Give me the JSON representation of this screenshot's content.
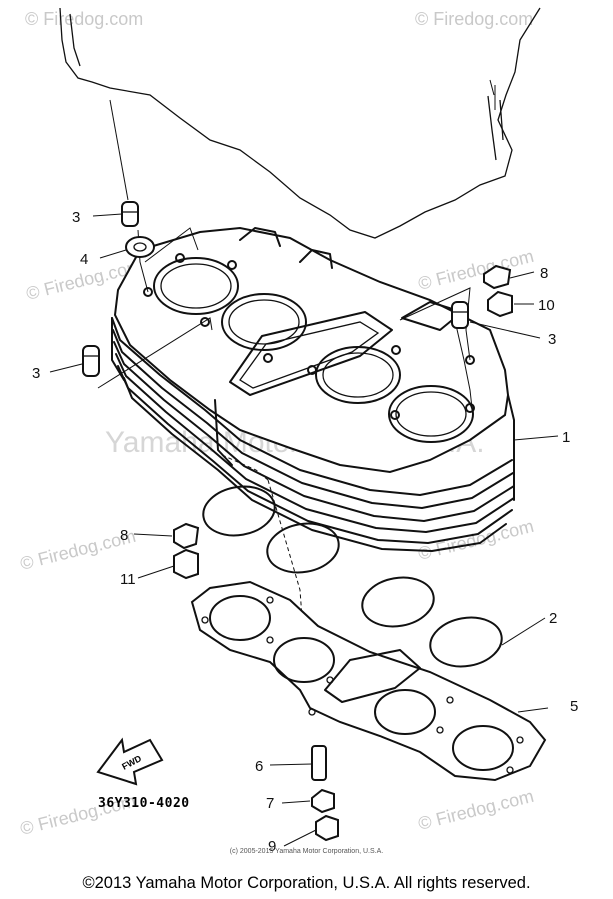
{
  "watermark": {
    "site": "© Firedog.com",
    "big": "Yamaha Motor Corp., U.S.A."
  },
  "callouts": [
    "1",
    "2",
    "3",
    "3",
    "4",
    "5",
    "6",
    "7",
    "8",
    "8",
    "9",
    "10",
    "11"
  ],
  "fwd_arrow_label": "FWD",
  "diagram_code": "36Y310-4020",
  "small_copyright": "(c) 2005-2015 Yamaha Motor Corporation, U.S.A.",
  "copyright": "©2013 Yamaha Motor Corporation, U.S.A. All rights reserved."
}
